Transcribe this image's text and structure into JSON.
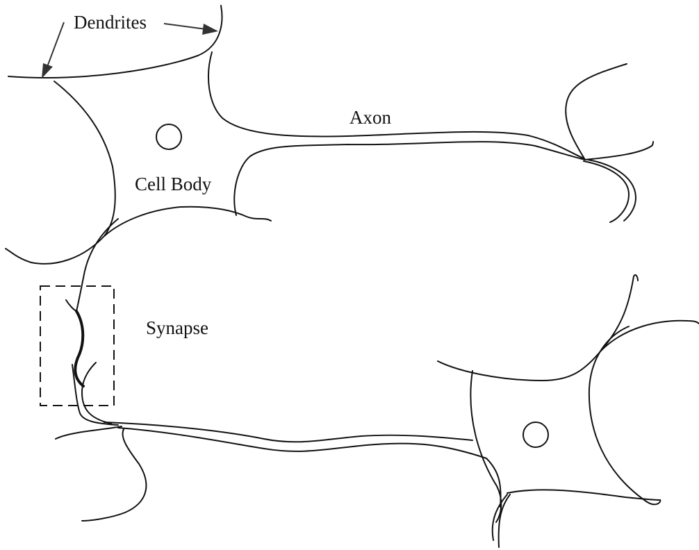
{
  "labels": {
    "dendrites": "Dendrites",
    "axon": "Axon",
    "cell_body": "Cell Body",
    "synapse": "Synapse"
  },
  "colors": {
    "line": "#111111",
    "background": "#ffffff"
  }
}
